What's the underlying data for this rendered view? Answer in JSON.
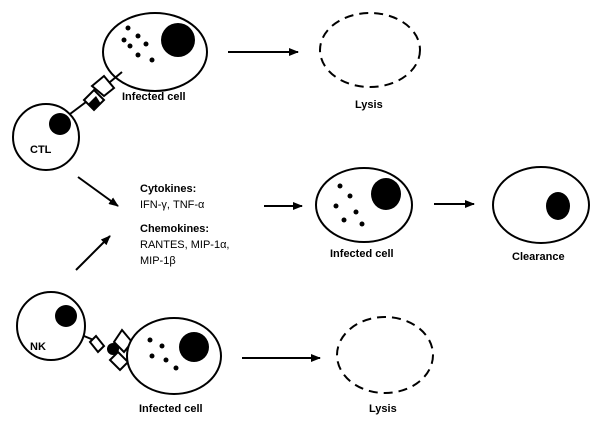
{
  "labels": {
    "infected_top": "Infected cell",
    "lysis_top": "Lysis",
    "ctl": "CTL",
    "cytokines_heading": "Cytokines:",
    "cytokines_list": "IFN-γ, TNF-α",
    "chemokines_heading": "Chemokines:",
    "chemokines_line1": "RANTES, MIP-1α,",
    "chemokines_line2": "MIP-1β",
    "infected_middle": "Infected cell",
    "clearance": "Clearance",
    "nk": "NK",
    "infected_bottom": "Infected cell",
    "lysis_bottom": "Lysis"
  },
  "colors": {
    "ink": "#000000",
    "background": "#ffffff"
  }
}
